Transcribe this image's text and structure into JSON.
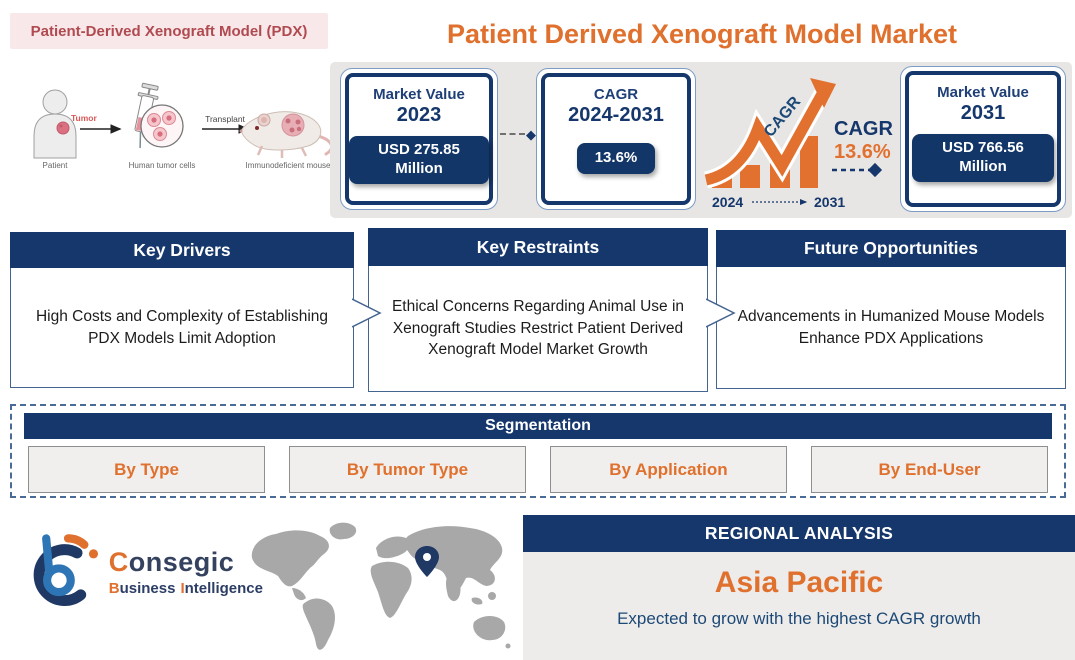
{
  "pdx": {
    "banner": "Patient-Derived Xenograft Model (PDX)",
    "labels": {
      "patient": "Patient",
      "tumor": "Tumor",
      "cells": "Human tumor cells",
      "transplant": "Transplant",
      "mouse": "Immunodeficient mouse"
    }
  },
  "title": "Patient Derived Xenograft Model Market",
  "stats": {
    "value2023": {
      "label": "Market Value",
      "year": "2023",
      "value": "USD 275.85 Million"
    },
    "cagr": {
      "label": "CAGR",
      "year": "2024-2031",
      "value": "13.6%"
    },
    "chart": {
      "arrow_label": "CAGR",
      "cagr_label": "CAGR",
      "cagr_value": "13.6%",
      "start": "2024",
      "end": "2031"
    },
    "value2031": {
      "label": "Market Value",
      "year": "2031",
      "value": "USD 766.56 Million"
    }
  },
  "panels": [
    {
      "title": "Key Drivers",
      "body": "High Costs and Complexity of Establishing PDX Models Limit Adoption"
    },
    {
      "title": "Key Restraints",
      "body": "Ethical Concerns Regarding Animal Use in Xenograft Studies Restrict Patient Derived Xenograft Model Market Growth"
    },
    {
      "title": "Future Opportunities",
      "body": "Advancements in Humanized Mouse Models Enhance PDX Applications"
    }
  ],
  "segmentation": {
    "title": "Segmentation",
    "items": [
      "By Type",
      "By Tumor Type",
      "By Application",
      "By End-User"
    ]
  },
  "footer": {
    "logo": {
      "c": "C",
      "rest": "onsegic",
      "b": "B",
      "usiness": "usiness",
      "i": "I",
      "ntelligence": "ntelligence"
    },
    "regional": {
      "header": "REGIONAL ANALYSIS",
      "region": "Asia Pacific",
      "subtitle": "Expected to grow with the highest CAGR growth"
    }
  },
  "colors": {
    "navy": "#15376B",
    "orange": "#E0702D",
    "brick": "#B04A50"
  }
}
